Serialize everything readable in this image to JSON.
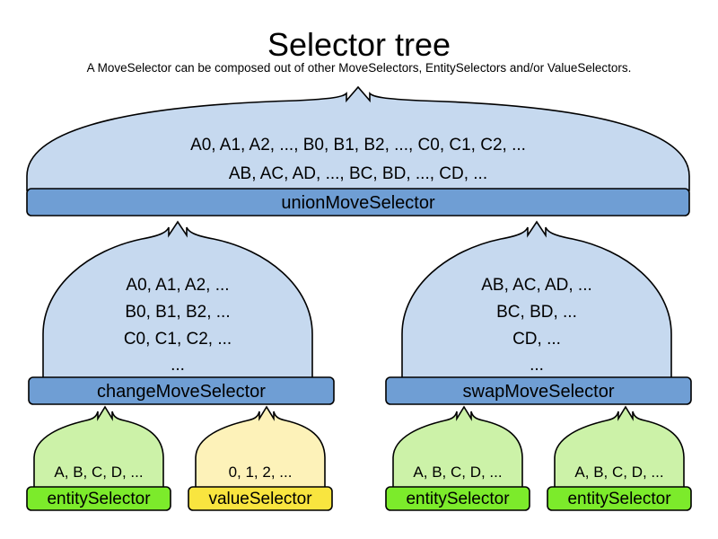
{
  "header": {
    "title": "Selector tree",
    "subtitle": "A MoveSelector can be composed out of other MoveSelectors, EntitySelectors and/or ValueSelectors."
  },
  "colors": {
    "balloon_blue_fill": "#c6d9ef",
    "bar_blue_fill": "#6f9ed4",
    "balloon_green_fill": "#ccf2a8",
    "bar_green_fill": "#7ceb2b",
    "balloon_yellow_fill": "#fdf2b9",
    "bar_yellow_fill": "#f9e53f",
    "outline": "#000000",
    "text": "#000000",
    "background": "#ffffff"
  },
  "nodes": {
    "union": {
      "label": "unionMoveSelector",
      "lines": [
        "A0, A1, A2, ..., B0, B1, B2, ..., C0, C1, C2, ...",
        "AB, AC, AD, ..., BC, BD, ..., CD, ..."
      ]
    },
    "change": {
      "label": "changeMoveSelector",
      "lines": [
        "A0, A1, A2, ...",
        "B0, B1, B2, ...",
        "C0, C1, C2, ...",
        "..."
      ]
    },
    "swap": {
      "label": "swapMoveSelector",
      "lines": [
        "AB, AC, AD, ...",
        "BC, BD, ...",
        "CD, ...",
        "..."
      ]
    },
    "leaves": [
      {
        "label": "entitySelector",
        "line": "A, B, C, D, ...",
        "kind": "entity"
      },
      {
        "label": "valueSelector",
        "line": "0, 1, 2, ...",
        "kind": "value"
      },
      {
        "label": "entitySelector",
        "line": "A, B, C, D, ...",
        "kind": "entity"
      },
      {
        "label": "entitySelector",
        "line": "A, B, C, D, ...",
        "kind": "entity"
      }
    ]
  }
}
